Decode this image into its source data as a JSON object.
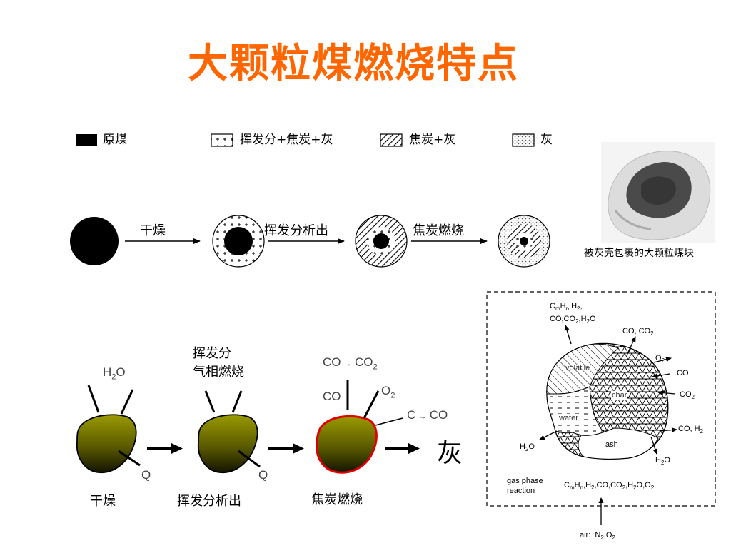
{
  "title": "大颗粒煤燃烧特点",
  "colors": {
    "title": "#ff6600",
    "particle_fill_top": "#8a8a00",
    "particle_fill_bottom": "#1a1a00",
    "flame_outline": "#e00000"
  },
  "legend": [
    {
      "label": "原煤"
    },
    {
      "label": "挥发分+焦炭+灰"
    },
    {
      "label": "焦炭+灰"
    },
    {
      "label": "灰"
    }
  ],
  "top_process": {
    "arrows": [
      "干燥",
      "挥发分析出",
      "焦炭燃烧"
    ]
  },
  "photo": {
    "caption": "被灰壳包裹的大颗粒煤块"
  },
  "bottom_process": {
    "stages": [
      "干燥",
      "挥发分析出",
      "焦炭燃烧"
    ],
    "h2o": "H2O",
    "q_label": "Q",
    "volatile_line1": "挥发分",
    "volatile_line2": "气相燃烧",
    "co_co2": "CO → CO2",
    "co": "CO",
    "o2": "O2",
    "c_co": "C → CO",
    "ash": "灰"
  },
  "particle_diagram": {
    "products_top": "CmHn,H2, CO,CO2,H2O",
    "co_co2": "CO, CO2",
    "o2": "O2",
    "co": "CO",
    "co2": "CO2",
    "co_h2": "CO, H2",
    "h2o_right": "H2O",
    "h2o_left": "H2O",
    "region_volatile": "volatile",
    "region_char": "char",
    "region_water": "water",
    "region_ash": "ash",
    "gas_phase_line1": "gas phase",
    "gas_phase_line2": "reaction",
    "gas_products": "CmHn,H2,CO,CO2,H2O,O2",
    "air": "air: N2,O2"
  }
}
